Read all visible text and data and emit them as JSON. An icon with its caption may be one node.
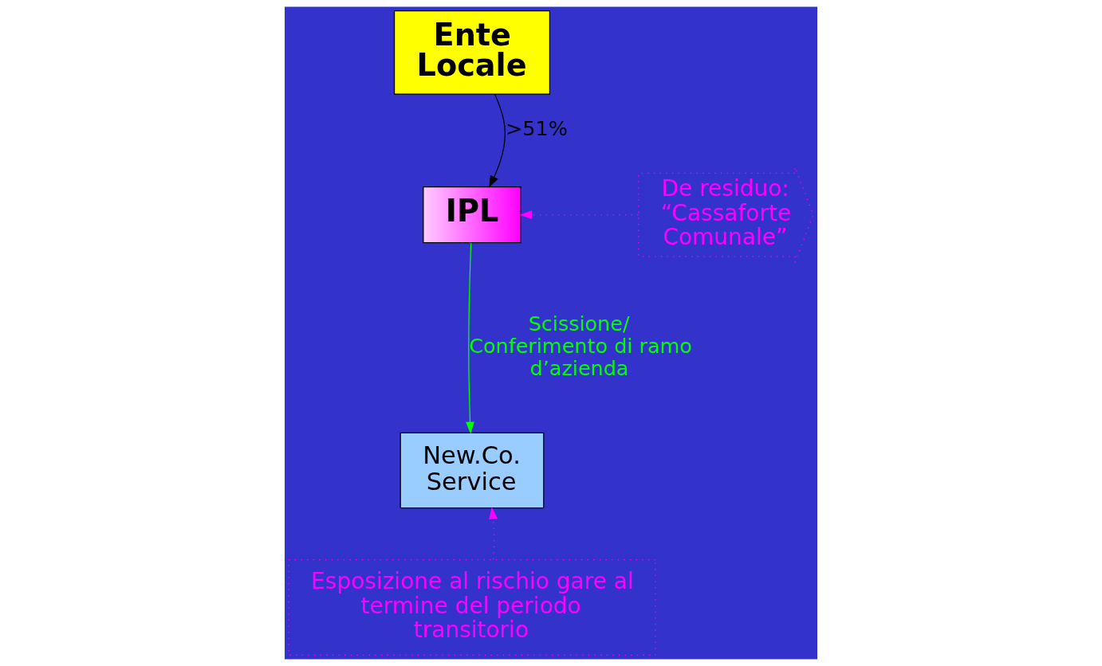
{
  "diagram": {
    "nodes": [
      {
        "text": [
          "Ente Locale"
        ]
      },
      {
        "text": [
          "IPL"
        ]
      },
      {
        "text": [
          "New.Co. Service"
        ]
      },
      {
        "text": [
          "De residuo: “Cassaforte Comunale”"
        ]
      },
      {
        "text": [
          "Esposizione al rischio gare al termine del periodo transitorio"
        ]
      }
    ],
    "edges": [
      {
        "from": 0,
        "to": 1,
        "arrow": "to",
        "label": ">51%",
        "color": "#000000"
      },
      {
        "from": 1,
        "to": 2,
        "arrow": "to",
        "label": "Scissione/ Conferimento di ramo d’azienda",
        "color": "#00ff00"
      },
      {
        "from": 3,
        "to": 1,
        "arrow": "to",
        "style": "dashed",
        "color": "#ff00ff"
      },
      {
        "from": 4,
        "to": 2,
        "arrow": "to",
        "style": "dashed",
        "color": "#ff00ff"
      }
    ]
  }
}
